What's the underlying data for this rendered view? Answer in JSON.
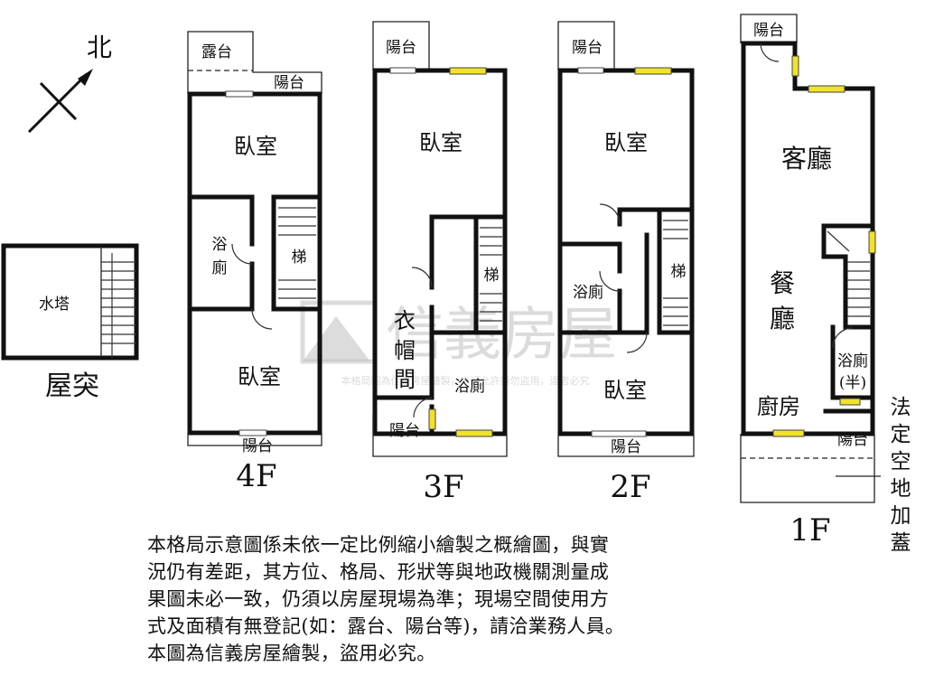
{
  "compass": {
    "north_label": "北"
  },
  "rooftop": {
    "label": "屋突",
    "water_tower": "水塔"
  },
  "floors": {
    "f4": {
      "label": "4F",
      "rooms": {
        "terrace": "露台",
        "balcony_top": "陽台",
        "bedroom_top": "臥室",
        "bath": "浴\n廁",
        "stairs": "梯",
        "bedroom_bottom": "臥室",
        "balcony_bottom": "陽台"
      }
    },
    "f3": {
      "label": "3F",
      "rooms": {
        "balcony_top": "陽台",
        "bedroom": "臥室",
        "closet_1": "衣",
        "closet_2": "帽",
        "closet_3": "間",
        "stairs": "梯",
        "bath": "浴廁",
        "balcony_bottom": "陽台"
      }
    },
    "f2": {
      "label": "2F",
      "rooms": {
        "balcony_top": "陽台",
        "bedroom_top": "臥室",
        "bath": "浴廁",
        "stairs": "梯",
        "bedroom_bottom": "臥室",
        "balcony_bottom": "陽台"
      }
    },
    "f1": {
      "label": "1F",
      "rooms": {
        "balcony_top": "陽台",
        "living": "客廳",
        "dining_1": "餐",
        "dining_2": "廳",
        "half_bath_1": "浴廁",
        "half_bath_2": "(半)",
        "kitchen": "廚房",
        "balcony_bottom": "陽台"
      }
    }
  },
  "legal_addition": [
    "法",
    "定",
    "空",
    "地",
    "加",
    "蓋"
  ],
  "watermark": {
    "brand": "信義房屋",
    "small": "本格局圖為信義房屋繪製，未經允許請勿盜用，違者必究"
  },
  "note": {
    "lines": [
      "本格局示意圖係未依一定比例縮小繪製之概繪圖，與實",
      "況仍有差距，其方位、格局、形狀等與地政機關測量成",
      "果圖未必一致，仍須以房屋現場為準；現場空間使用方",
      "式及面積有無登記(如：露台、陽台等)，請洽業務人員。",
      "本圖為信義房屋繪製，盜用必究。"
    ]
  },
  "colors": {
    "window": "#f1e22a",
    "wall": "#111111",
    "watermark": "#bfbfbf"
  }
}
